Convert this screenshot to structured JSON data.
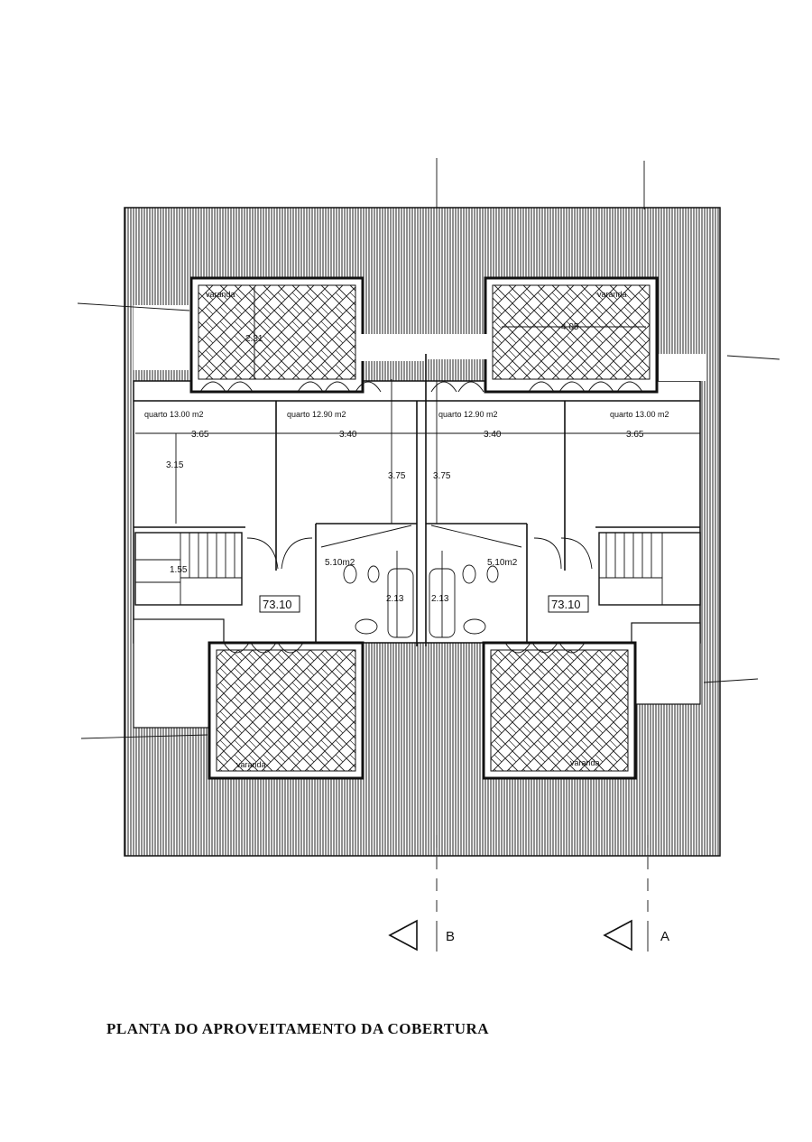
{
  "drawing": {
    "title": "PLANTA DO APROVEITAMENTO DA COBERTURA",
    "rooms": [
      {
        "label": "quarto 13.00 m2"
      },
      {
        "label": "quarto 12.90 m2"
      },
      {
        "label": "quarto 12.90 m2"
      },
      {
        "label": "quarto 13.00 m2"
      }
    ],
    "balconies": [
      "varanda",
      "varanda",
      "varanda",
      "varanda"
    ],
    "bathrooms": [
      "5.10m2",
      "5.10m2"
    ],
    "unit_areas": [
      "73.10",
      "73.10"
    ],
    "dimensions": {
      "width_left": "3.65",
      "width_mid_left": "3.40",
      "width_mid_right": "3.40",
      "width_right": "3.65",
      "depth_left": "3.15",
      "depth_mid_left": "3.75",
      "depth_mid_right": "3.75",
      "bath_left": "2.13",
      "bath_right": "2.13",
      "balcony_left_depth": "2.31",
      "balcony_right_width": "4.05",
      "stair_left": "1.55"
    },
    "section_marks": [
      "B",
      "A"
    ]
  }
}
